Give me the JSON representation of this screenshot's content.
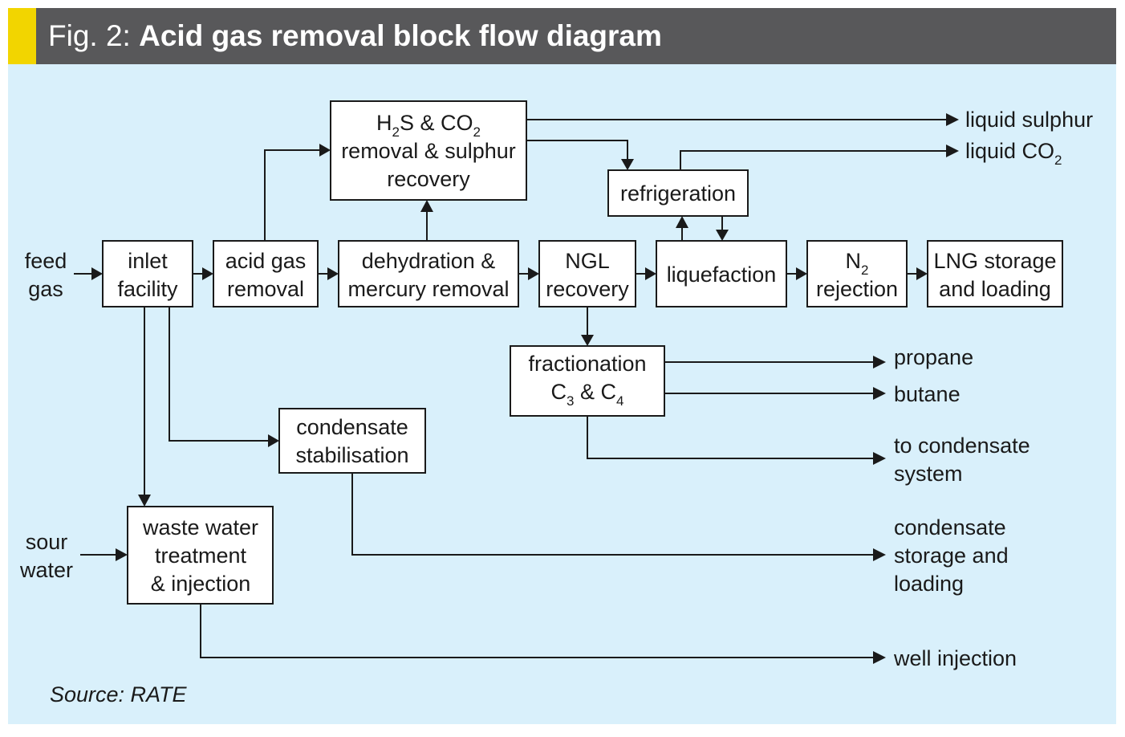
{
  "title": {
    "fig": "Fig. 2:",
    "main": "Acid gas removal block flow diagram"
  },
  "source": "Source: RATE",
  "colors": {
    "header_bg": "#58585a",
    "accent": "#f2d500",
    "panel_bg": "#d9f0fb"
  },
  "inputs": {
    "feed_gas": [
      "feed",
      "gas"
    ],
    "sour_water": [
      "sour",
      "water"
    ]
  },
  "boxes": {
    "inlet": [
      "inlet",
      "facility"
    ],
    "acid": [
      "acid gas",
      "removal"
    ],
    "dehy": [
      "dehydration &",
      "mercury removal"
    ],
    "ngl": [
      "NGL",
      "recovery"
    ],
    "liq": [
      "liquefaction"
    ],
    "n2_main": "N",
    "n2_sub": "2",
    "n2_line2": "rejection",
    "lng": [
      "LNG storage",
      "and loading"
    ],
    "h2s_a": "H",
    "h2s_sub1": "2",
    "h2s_b": "S & CO",
    "h2s_sub2": "2",
    "h2s_lines": [
      "removal & sulphur",
      "recovery"
    ],
    "refrig": [
      "refrigeration"
    ],
    "frac_line1": "fractionation",
    "frac_c": "C",
    "frac_sub3": "3",
    "frac_and": " & C",
    "frac_sub4": "4",
    "cond": [
      "condensate",
      "stabilisation"
    ],
    "waste": [
      "waste water",
      "treatment",
      "& injection"
    ]
  },
  "outputs": {
    "sulphur": "liquid sulphur",
    "co2_main": "liquid CO",
    "co2_sub": "2",
    "propane": "propane",
    "butane": "butane",
    "to_cond": [
      "to condensate",
      "system"
    ],
    "cond_storage": [
      "condensate",
      "storage and",
      "loading"
    ],
    "well": "well injection"
  }
}
